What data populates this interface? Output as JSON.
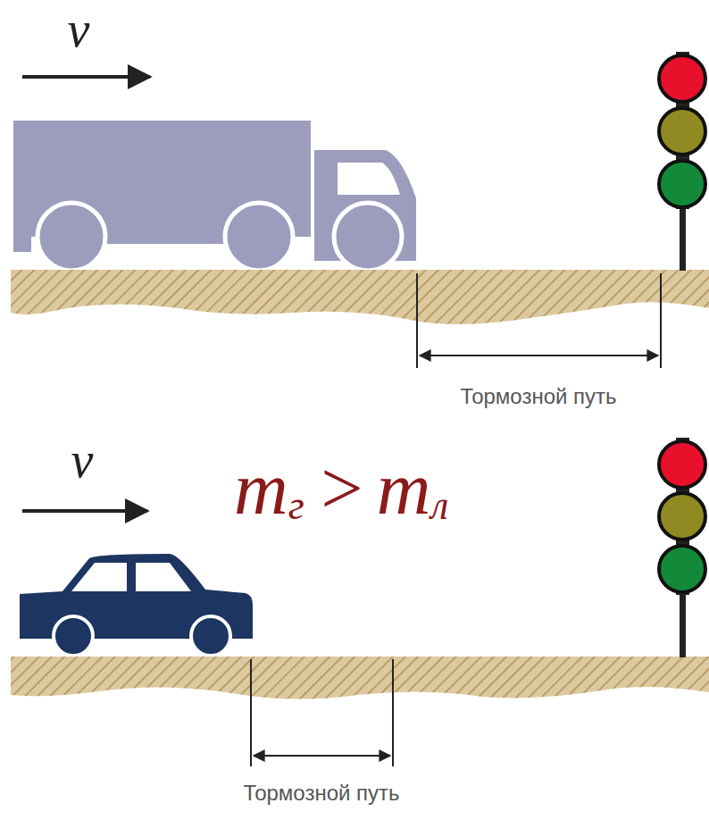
{
  "diagram": {
    "labels": [
      "v",
      "Тормозной путь",
      "v",
      "m",
      "г",
      ">",
      "m",
      "л",
      "Тормозной путь"
    ]
  }
}
